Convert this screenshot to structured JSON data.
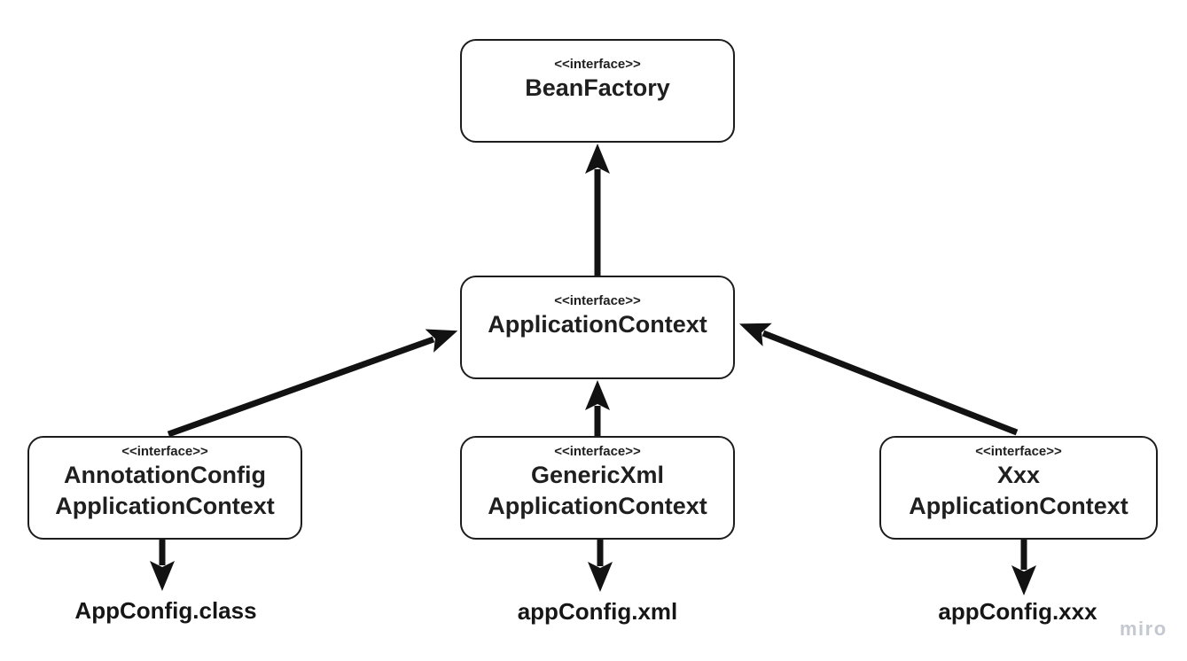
{
  "diagram": {
    "background_color": "#ffffff",
    "stroke_color": "#121212",
    "text_color": "#1f1f1f",
    "watermark_color": "#c4c8d0",
    "nodes": [
      {
        "id": "bean-factory",
        "stereotype": "<<interface>>",
        "name_lines": [
          "BeanFactory"
        ]
      },
      {
        "id": "application-context",
        "stereotype": "<<interface>>",
        "name_lines": [
          "ApplicationContext"
        ]
      },
      {
        "id": "annotation-config-application-context",
        "stereotype": "<<interface>>",
        "name_lines": [
          "AnnotationConfig",
          "ApplicationContext"
        ]
      },
      {
        "id": "generic-xml-application-context",
        "stereotype": "<<interface>>",
        "name_lines": [
          "GenericXml",
          "ApplicationContext"
        ]
      },
      {
        "id": "xxx-application-context",
        "stereotype": "<<interface>>",
        "name_lines": [
          "Xxx",
          "ApplicationContext"
        ]
      }
    ],
    "config_labels": [
      "AppConfig.class",
      "appConfig.xml",
      "appConfig.xxx"
    ],
    "edges": [
      {
        "from": "ApplicationContext",
        "to": "BeanFactory",
        "style": "solid-arrow"
      },
      {
        "from": "AnnotationConfigApplicationContext",
        "to": "ApplicationContext",
        "style": "solid-arrow"
      },
      {
        "from": "GenericXmlApplicationContext",
        "to": "ApplicationContext",
        "style": "solid-arrow"
      },
      {
        "from": "XxxApplicationContext",
        "to": "ApplicationContext",
        "style": "solid-arrow"
      },
      {
        "from": "AnnotationConfigApplicationContext",
        "to": "AppConfig.class",
        "style": "solid-arrow"
      },
      {
        "from": "GenericXmlApplicationContext",
        "to": "appConfig.xml",
        "style": "solid-arrow"
      },
      {
        "from": "XxxApplicationContext",
        "to": "appConfig.xxx",
        "style": "solid-arrow"
      }
    ],
    "watermark": "miro"
  }
}
